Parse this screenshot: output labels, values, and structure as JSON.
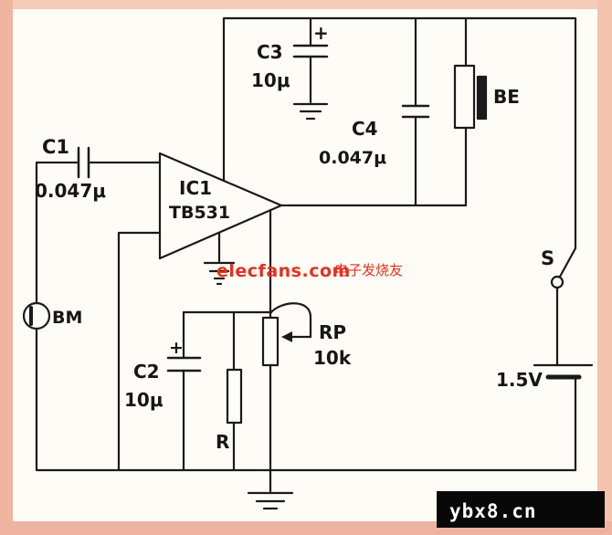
{
  "page": {
    "watermark": {
      "site": "elecfans.com",
      "cn_tag": "电子发烧友"
    },
    "footer": {
      "text": "ybx8.cn"
    },
    "colors": {
      "line": "#1a1a1a",
      "paper": "#fdfcf6",
      "border_pink": "#f3c5b2",
      "watermark_red": "#e5301f",
      "footer_bg": "#080808",
      "footer_text": "#ffffff"
    },
    "components": {
      "c1": {
        "label": "C1",
        "value": "0.047μ"
      },
      "ic1": {
        "label": "IC1",
        "model": "TB531"
      },
      "c2": {
        "label": "C2",
        "value": "10μ",
        "polarity": "+"
      },
      "c3": {
        "label": "C3",
        "value": "10μ",
        "polarity": "+"
      },
      "c4": {
        "label": "C4",
        "value": "0.047μ"
      },
      "r": {
        "label": "R"
      },
      "rp": {
        "label": "RP",
        "value": "10k"
      },
      "bm": {
        "label": "BM"
      },
      "be": {
        "label": "BE"
      },
      "s": {
        "label": "S"
      },
      "battery": {
        "label": "1.5V"
      }
    }
  }
}
